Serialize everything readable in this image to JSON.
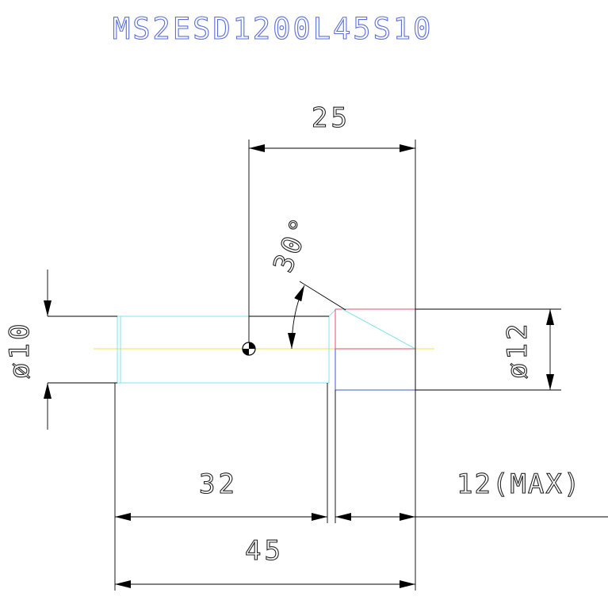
{
  "drawing": {
    "part_number": "MS2ESD1200L45S10",
    "dimensions": {
      "shank_diameter": "ø10",
      "head_diameter": "ø12",
      "chamfer_length": "25",
      "chamfer_angle": "30°",
      "shank_length": "32",
      "head_length_max": "12(MAX)",
      "overall_length": "45"
    },
    "colors": {
      "title": "#5a6de0",
      "dimension": "#000000",
      "shank": "#7fe3f0",
      "head_top": "#e0506a",
      "head_bottom": "#3a5bd0",
      "chamfer": "#7fe3f0",
      "centerline": "#f0e24a"
    }
  }
}
